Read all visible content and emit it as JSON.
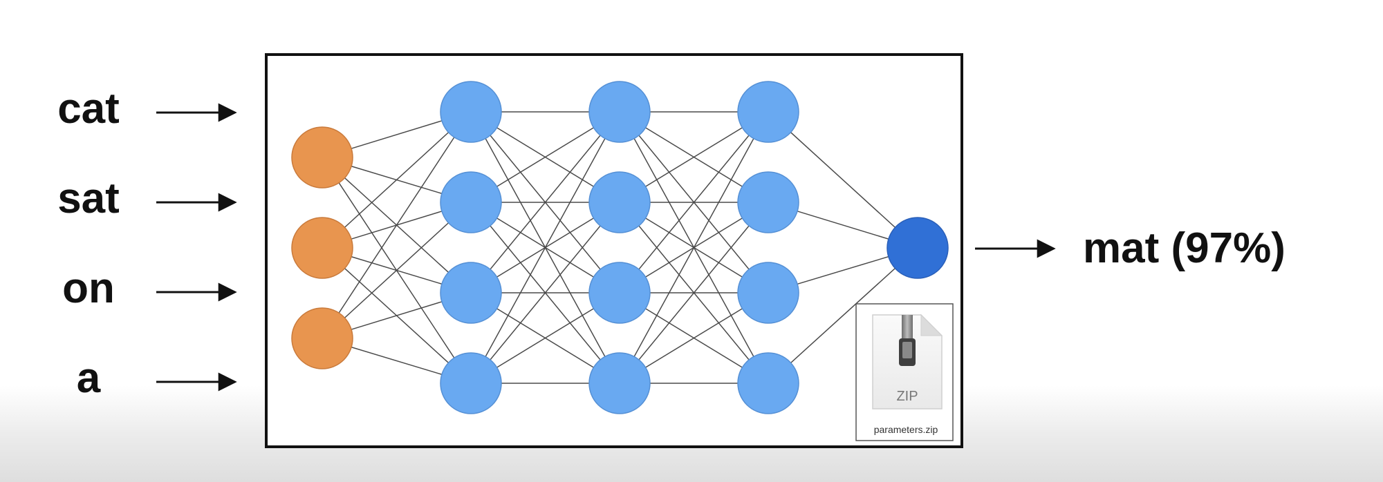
{
  "inputs": [
    {
      "word": "cat"
    },
    {
      "word": "sat"
    },
    {
      "word": "on"
    },
    {
      "word": "a"
    }
  ],
  "output": {
    "text": "mat (97%)"
  },
  "network": {
    "layer_sizes": [
      3,
      4,
      4,
      4,
      1
    ],
    "colors": {
      "input_fill": "#E8954F",
      "input_stroke": "#C97A3B",
      "hidden_fill": "#69A9F1",
      "hidden_stroke": "#5590D5",
      "output_fill": "#3070D6",
      "output_stroke": "#2A5FB8",
      "edge": "#4a4a4a",
      "frame": "#111111"
    }
  },
  "file": {
    "icon": "zip-file-icon",
    "type_label": "ZIP",
    "filename": "parameters.zip"
  }
}
